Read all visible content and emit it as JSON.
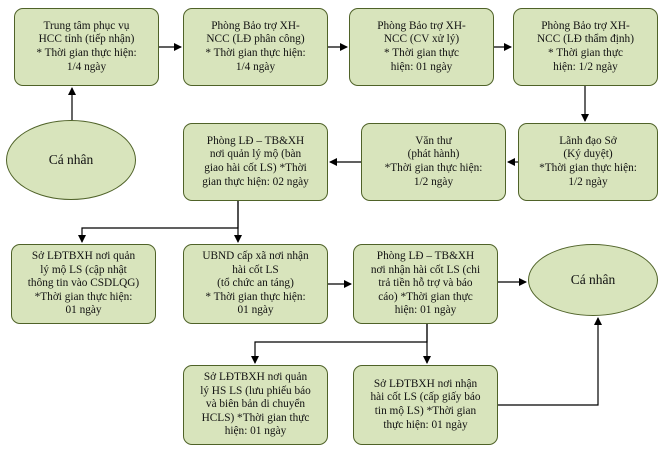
{
  "nodes": {
    "hcc": "Trung tâm phục vụ\nHCC tỉnh (tiếp nhận)\n* Thời gian thực hiện:\n1/4  ngày",
    "bt_phancong": "Phòng Bảo trợ XH-\nNCC (LĐ phân công)\n* Thời gian thực hiện:\n1/4 ngày",
    "bt_cv": "Phòng Bảo trợ XH-\nNCC (CV xử lý)\n* Thời gian thực\nhiện: 01  ngày",
    "bt_thamdinh": "Phòng Bảo trợ XH-\nNCC (LĐ thẩm định)\n* Thời gian thực\nhiện: 1/2 ngày",
    "lanhdao": "Lãnh đạo Sở\n(Ký duyệt)\n*Thời gian thực hiện:\n1/2 ngày",
    "vanthu": "Văn thư\n(phát hành)\n*Thời gian thực hiện:\n1/2 ngày",
    "phong_qlm": "Phòng LĐ – TB&XH\nnơi quản lý mộ (bàn\ngiao hài cốt LS) *Thời\ngian thực hiện:  02 ngày",
    "so_qlm": "Sở LĐTBXH nơi quản\nlý mộ LS (cập nhật\nthông tin vào CSDLQG)\n*Thời gian thực hiện:\n01 ngày",
    "ubnd": "UBND cấp xã nơi nhận\nhài cốt LS\n(tổ chức an táng)\n* Thời gian thực hiện:\n01 ngày",
    "phong_nhan": "Phòng LĐ – TB&XH\nnơi nhận hài cốt LS (chi\ntrả tiền hỗ trợ và báo\ncáo) *Thời gian thực\nhiện:  01 ngày",
    "so_hs": "Sở LĐTBXH nơi quản\nlý HS LS (lưu phiếu báo\nvà biên bản di chuyển\nHCLS) *Thời gian thực\nhiện: 01 ngày",
    "so_nhan": "Sở LĐTBXH nơi nhận\nhài cốt LS (cấp giấy báo\ntin mộ LS) *Thời gian\nthực hiện: 01 ngày",
    "canhan_start": "Cá nhân",
    "canhan_end": "Cá nhân"
  },
  "colors": {
    "fill": "#d8e4bc",
    "border": "#4f6228",
    "arrow": "#000000"
  }
}
